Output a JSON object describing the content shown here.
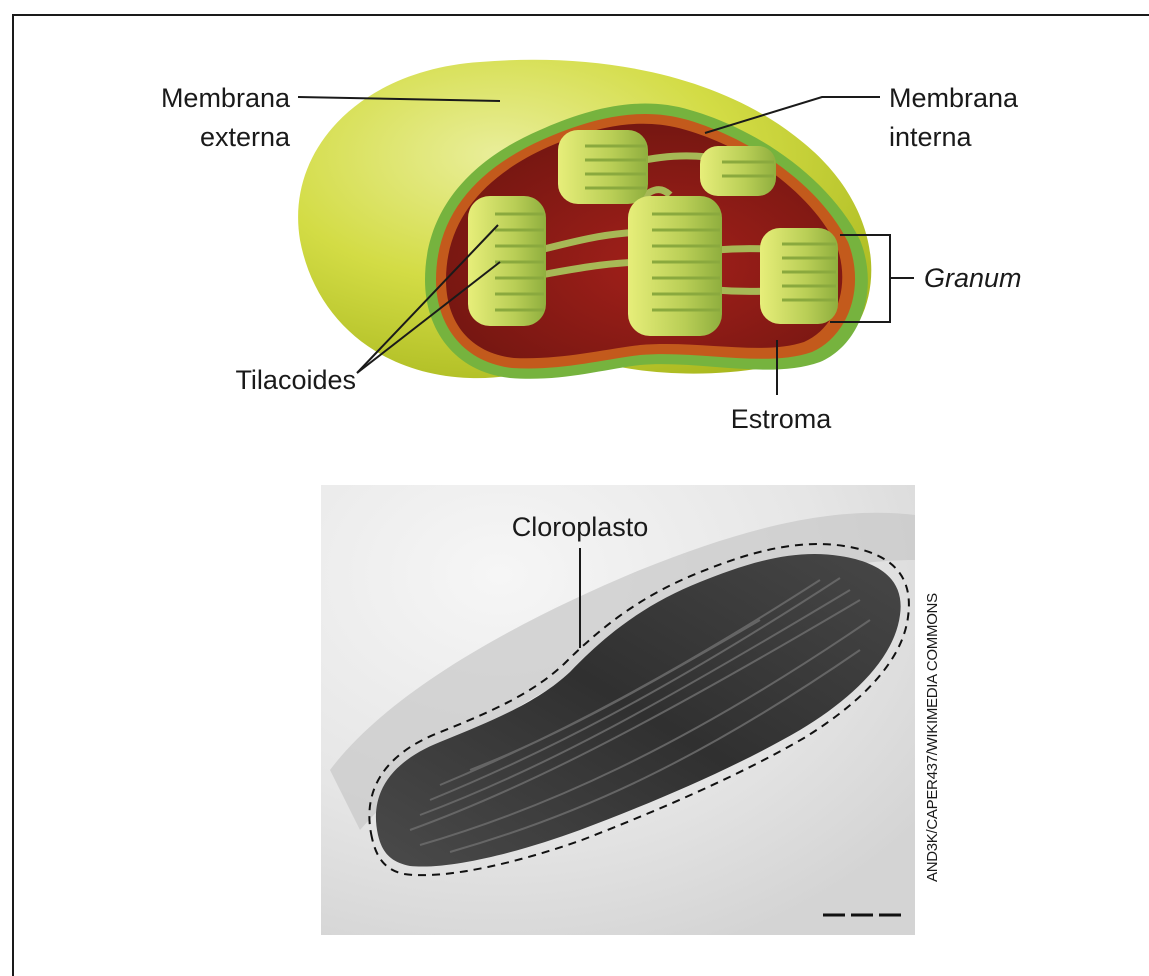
{
  "labels": {
    "membrana_externa": [
      "Membrana",
      "externa"
    ],
    "membrana_interna": [
      "Membrana",
      "interna"
    ],
    "granum": "Granum",
    "tilacoides": "Tilacoides",
    "estroma": "Estroma",
    "cloroplasto": "Cloroplasto"
  },
  "credit": "AND3K/CAPER437/WIKIMEDIA COMMONS",
  "colors": {
    "outer_membrane": "#cfd940",
    "inner_membrane": "#6fae3c",
    "membrane_rim": "#c45a1a",
    "stroma": "#8a1a14",
    "thylakoid": "#b8cf5a",
    "micrograph_bg": "#ececec",
    "micrograph_dark": "#3c3c3c"
  }
}
